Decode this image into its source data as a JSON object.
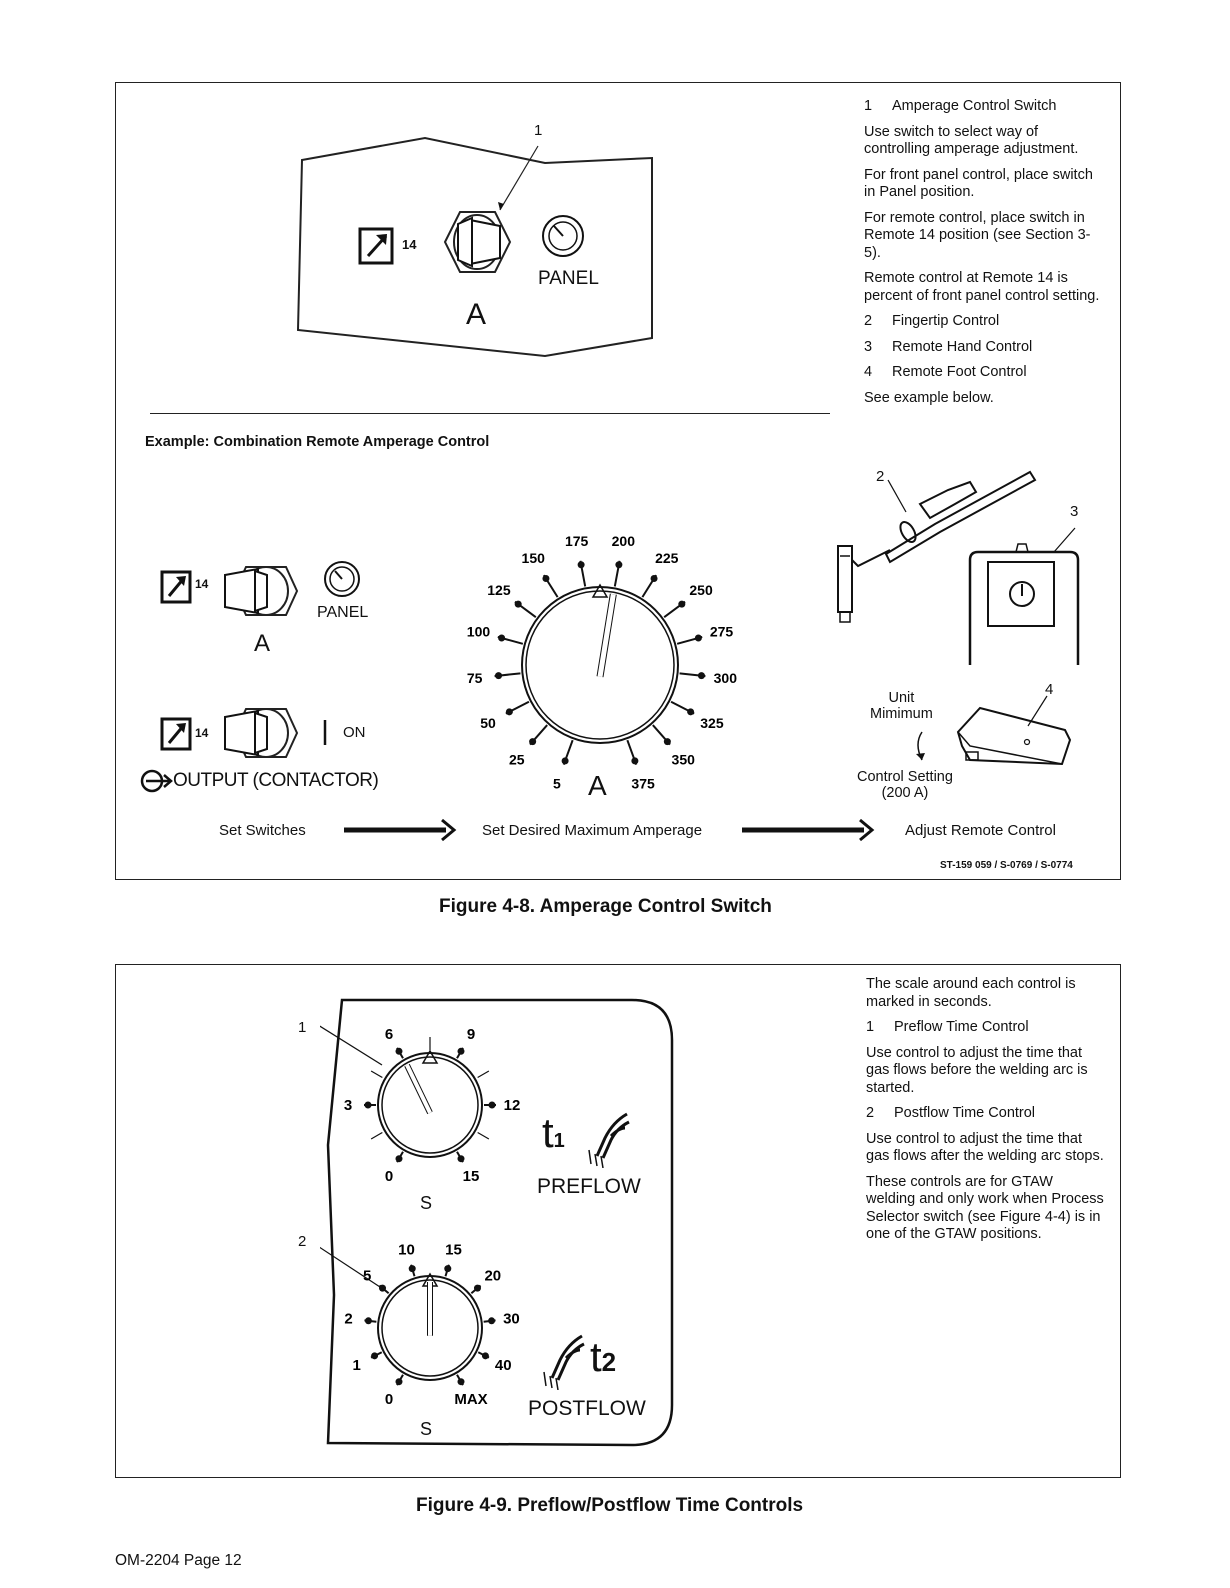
{
  "fig8": {
    "callouts": [
      "1",
      "2",
      "3",
      "4"
    ],
    "panel": {
      "remote_label": "14",
      "panel_label": "PANEL",
      "amp_label": "A"
    },
    "text": {
      "item1": {
        "num": "1",
        "title": "Amperage Control Switch"
      },
      "p1": "Use switch to select way of controlling amperage adjustment.",
      "p2": "For front panel control, place switch in Panel position.",
      "p3": "For remote control, place switch in Remote 14 position (see Section 3-5).",
      "p4": "Remote control at Remote 14 is percent of front panel control setting.",
      "item2": {
        "num": "2",
        "title": "Fingertip Control"
      },
      "item3": {
        "num": "3",
        "title": "Remote Hand Control"
      },
      "item4": {
        "num": "4",
        "title": "Remote Foot Control"
      },
      "see": "See example below."
    },
    "example_title": "Example: Combination Remote Amperage Control",
    "switches": {
      "remote_label": "14",
      "panel_label": "PANEL",
      "amp_label": "A",
      "on_label": "ON",
      "output_label": "OUTPUT (CONTACTOR)"
    },
    "dial": {
      "ticks": [
        "5",
        "25",
        "50",
        "75",
        "100",
        "125",
        "150",
        "175",
        "200",
        "225",
        "250",
        "275",
        "300",
        "325",
        "350",
        "375"
      ],
      "unit": "A",
      "setting": "200"
    },
    "foot": {
      "unit_min": "Unit\nMimimum",
      "control_setting": "Control Setting\n(200 A)"
    },
    "steps": [
      "Set Switches",
      "Set Desired Maximum Amperage",
      "Adjust Remote Control"
    ],
    "ref": "ST-159 059 / S-0769 / S-0774",
    "caption": "Figure 4-8. Amperage Control Switch"
  },
  "fig9": {
    "text": {
      "intro": "The scale around each control is marked in seconds.",
      "item1": {
        "num": "1",
        "title": "Preflow Time Control"
      },
      "p1": "Use control to adjust the time that gas flows before the welding arc is started.",
      "item2": {
        "num": "2",
        "title": "Postflow Time Control"
      },
      "p2": "Use control to adjust the time that gas flows after the welding arc stops.",
      "p3": "These controls are for GTAW welding and only work when Process Selector switch (see Figure 4-4) is in one of the GTAW positions."
    },
    "preflow": {
      "callout": "1",
      "ticks": [
        "0",
        "3",
        "6",
        "9",
        "12",
        "15"
      ],
      "unit": "S",
      "symbol": "t",
      "sub": "1",
      "label": "PREFLOW"
    },
    "postflow": {
      "callout": "2",
      "ticks": [
        "0",
        "1",
        "2",
        "5",
        "10",
        "15",
        "20",
        "30",
        "40",
        "MAX"
      ],
      "unit": "S",
      "symbol": "t",
      "sub": "2",
      "label": "POSTFLOW"
    },
    "caption": "Figure 4-9. Preflow/Postflow Time Controls"
  },
  "footer": "OM-2204 Page 12"
}
